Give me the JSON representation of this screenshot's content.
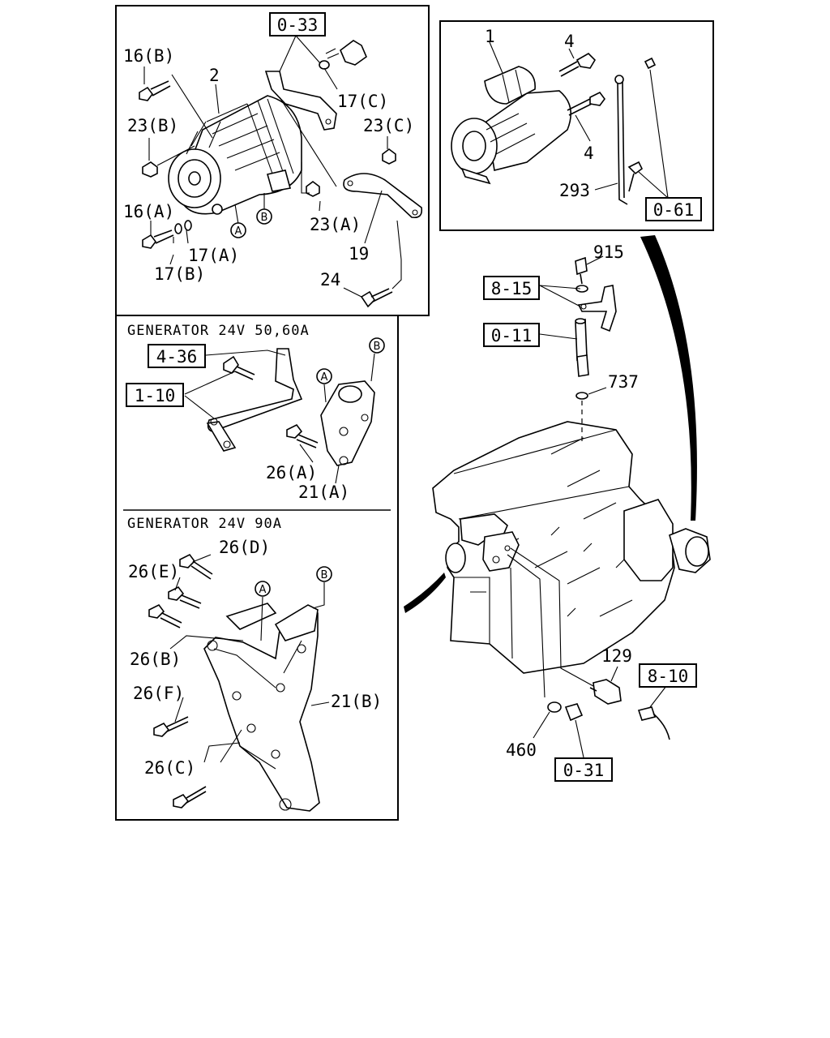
{
  "sections": {
    "gen_50_60": "GENERATOR 24V 50,60A",
    "gen_90": "GENERATOR 24V 90A"
  },
  "refs": {
    "r0_33": "0-33",
    "r0_61": "0-61",
    "r8_15": "8-15",
    "r0_11": "0-11",
    "r4_36": "4-36",
    "r1_10": "1-10",
    "r8_10": "8-10",
    "r0_31": "0-31"
  },
  "parts": {
    "p16b": "16(B)",
    "p2": "2",
    "p23b": "23(B)",
    "p17c": "17(C)",
    "p23c": "23(C)",
    "p16a": "16(A)",
    "p23a": "23(A)",
    "p17a": "17(A)",
    "p17b": "17(B)",
    "p19": "19",
    "p24": "24",
    "p1": "1",
    "p4a": "4",
    "p4b": "4",
    "p293": "293",
    "p915": "915",
    "p737": "737",
    "p26a": "26(A)",
    "p21a": "21(A)",
    "p26d": "26(D)",
    "p26e": "26(E)",
    "p26b": "26(B)",
    "p26f": "26(F)",
    "p21b": "21(B)",
    "p26c": "26(C)",
    "p129": "129",
    "p460": "460"
  },
  "markers": {
    "a": "A",
    "b": "B"
  }
}
